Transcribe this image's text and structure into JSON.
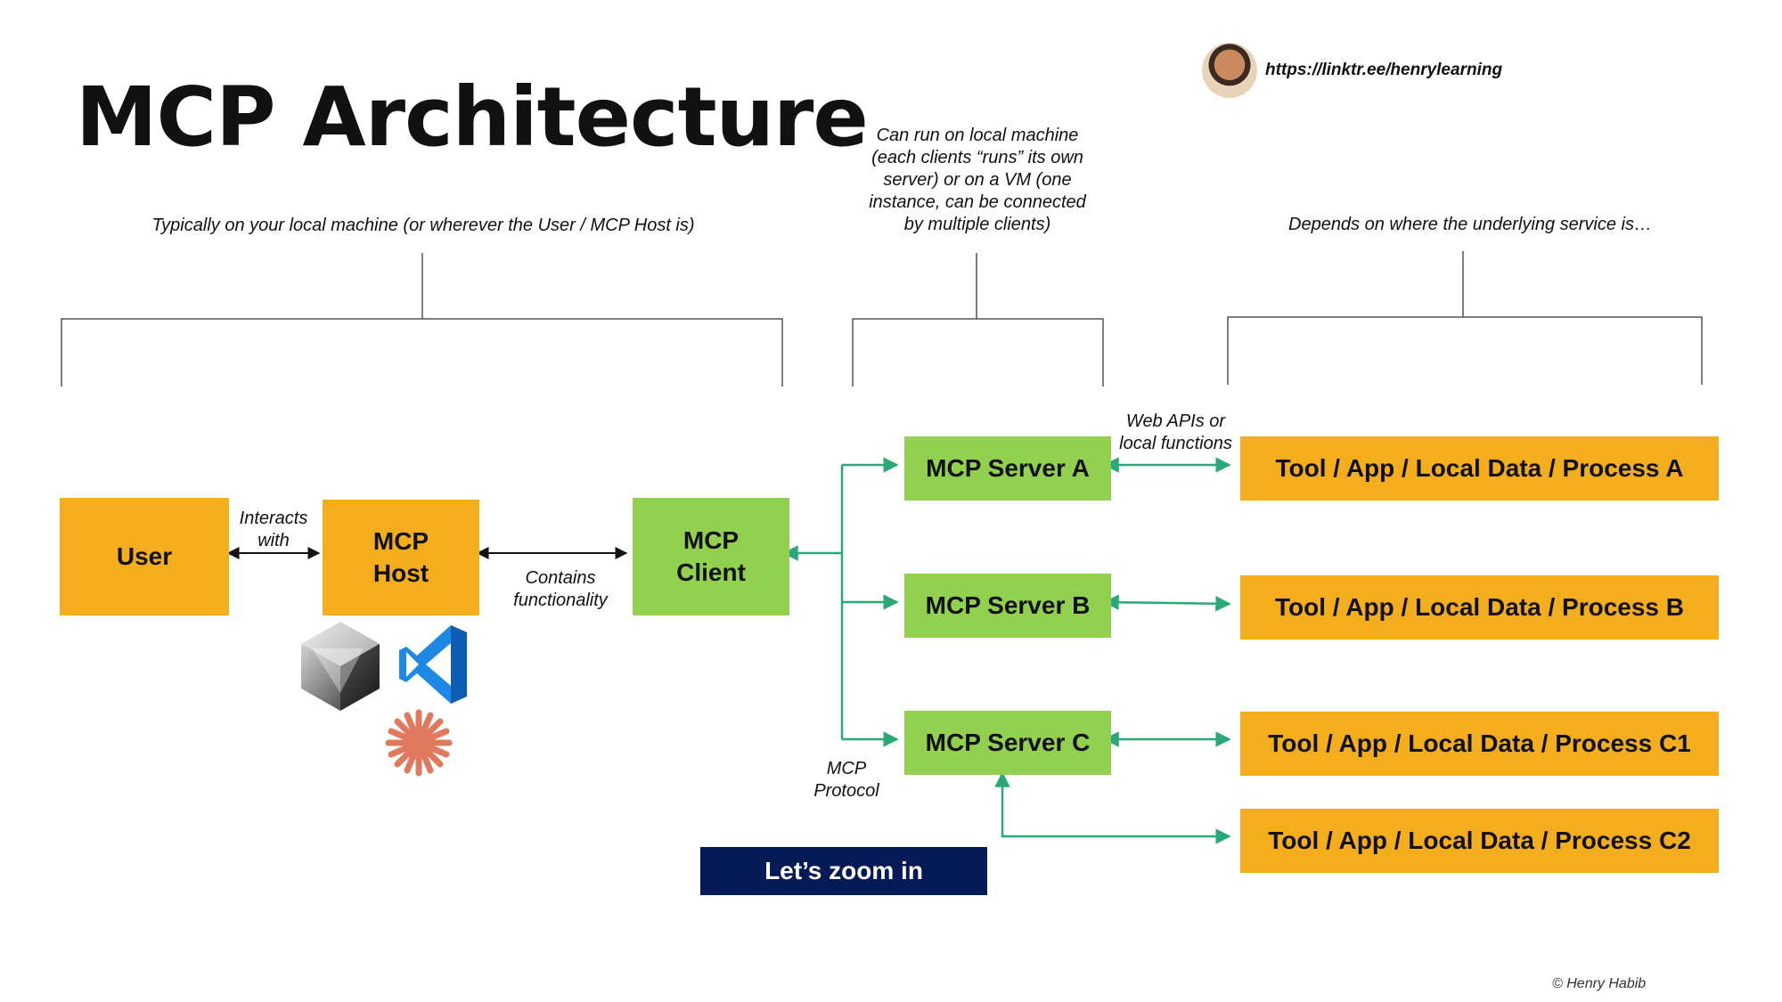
{
  "title": "MCP Architecture",
  "profile": {
    "link": "https://linktr.ee/henrylearning"
  },
  "notes": {
    "local": "Typically on your local machine (or wherever the User / MCP Host is)",
    "server": "Can run on local machine (each clients “runs” its own server) or on a VM (one instance, can be connected by multiple clients)",
    "service": "Depends on where the underlying service is…"
  },
  "nodes": {
    "user": "User",
    "host": "MCP\nHost",
    "client": "MCP\nClient",
    "server_a": "MCP Server A",
    "server_b": "MCP Server B",
    "server_c": "MCP Server C",
    "tool_a": "Tool / App / Local Data / Process A",
    "tool_b": "Tool / App / Local Data / Process B",
    "tool_c1": "Tool / App / Local Data / Process C1",
    "tool_c2": "Tool / App / Local Data / Process C2"
  },
  "edge_labels": {
    "interacts": "Interacts\nwith",
    "contains": "Contains\nfunctionality",
    "web_apis": "Web APIs or\nlocal functions",
    "protocol": "MCP\nProtocol"
  },
  "button": {
    "zoom": "Let’s zoom in"
  },
  "copyright": "© Henry Habib",
  "colors": {
    "orange": "#f4ae1d",
    "green": "#92d050",
    "connector": "#2aa876",
    "navy": "#061a57"
  }
}
